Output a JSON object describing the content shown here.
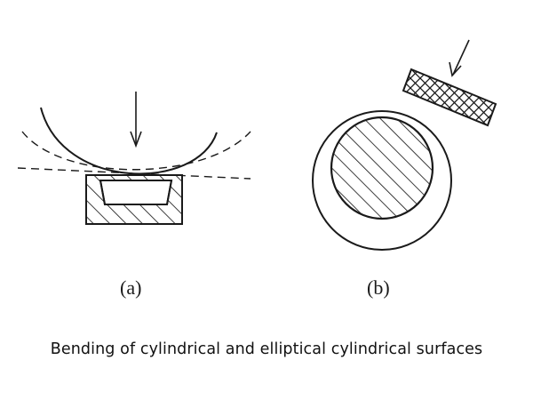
{
  "figure": {
    "panel_a_label": "(a)",
    "panel_b_label": "(b)",
    "caption": "Bending of cylindrical and elliptical cylindrical surfaces"
  },
  "colors": {
    "ink": "#1a1a1a",
    "background": "#ffffff"
  }
}
